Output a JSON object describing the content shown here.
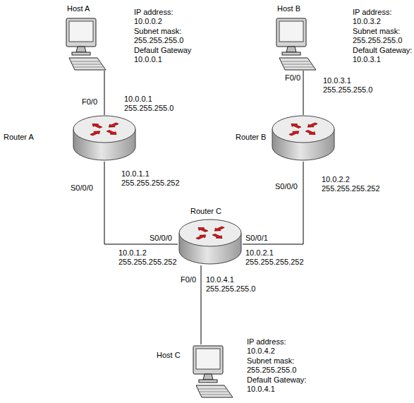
{
  "diagram": {
    "nodes": [
      {
        "text": [
          "Host A",
          "IP address: 10.0.0.2",
          "Subnet mask: 255.255.255.0",
          "Default Gateway 10.0.0.1"
        ]
      },
      {
        "text": [
          "Host B",
          "IP address: 10.0.3.2",
          "Subnet mask: 255.255.255.0",
          "Default Gateway: 10.0.3.1"
        ]
      },
      {
        "text": [
          "Router A"
        ]
      },
      {
        "text": [
          "Router B"
        ]
      },
      {
        "text": [
          "Router C"
        ]
      },
      {
        "text": [
          "Host C",
          "IP address: 10.0.4.2",
          "Subnet mask: 255.255.255.0",
          "Default Gateway: 10.0.4.1"
        ]
      }
    ],
    "edges": [
      {
        "from": 0,
        "to": 2,
        "arrow": "none"
      },
      {
        "from": 1,
        "to": 3,
        "arrow": "none"
      },
      {
        "from": 2,
        "to": 4,
        "arrow": "none"
      },
      {
        "from": 3,
        "to": 4,
        "arrow": "none"
      },
      {
        "from": 4,
        "to": 5,
        "arrow": "none"
      }
    ],
    "labels": [
      "F0/0",
      "10.0.0.1 255.255.255.0",
      "S0/0/0",
      "10.0.1.1 255.255.255.252",
      "F0/0",
      "10.0.3.1 255.255.255.0",
      "S0/0/0",
      "10.0.2.2 255.255.255.252",
      "S0/0/0",
      "S0/0/1",
      "10.0.1.2 255.255.255.252",
      "10.0.2.1 255.255.255.252",
      "F0/0",
      "10.0.4.1 255.255.255.0"
    ]
  }
}
